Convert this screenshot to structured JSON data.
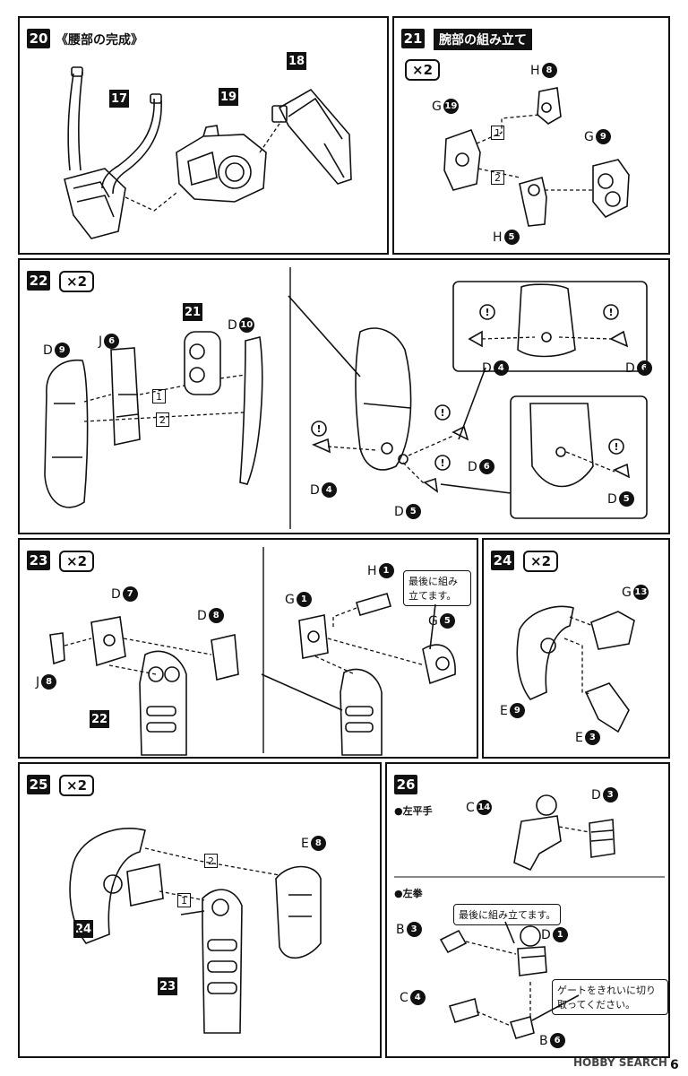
{
  "steps": {
    "s20": {
      "num": "20",
      "title": "《腰部の完成》",
      "refs": [
        "17",
        "19",
        "18"
      ]
    },
    "s21": {
      "num": "21",
      "title": "腕部の組み立て",
      "mult": "×2",
      "parts": {
        "h8": "H",
        "g19": "G",
        "g9": "G",
        "h5": "H"
      },
      "nums": {
        "h8": "8",
        "g19": "19",
        "g9": "9",
        "h5": "5"
      },
      "order": [
        "1",
        "2"
      ]
    },
    "s22": {
      "num": "22",
      "mult": "×2",
      "parts": {
        "d9": "D",
        "j6": "J",
        "d10": "D",
        "d4a": "D",
        "d6a": "D",
        "d4b": "D",
        "d6b": "D",
        "d5a": "D",
        "d5b": "D"
      },
      "nums": {
        "d9": "9",
        "j6": "6",
        "d10": "10",
        "d4": "4",
        "d6": "6",
        "d5": "5"
      },
      "ref": "21",
      "order": [
        "1",
        "2"
      ],
      "warn": "!"
    },
    "s23": {
      "num": "23",
      "mult": "×2",
      "parts": {
        "d7": "D",
        "d8": "D",
        "j8": "J",
        "h1": "H",
        "g1": "G",
        "g5": "G"
      },
      "nums": {
        "d7": "7",
        "d8": "8",
        "j8": "8",
        "h1": "1",
        "g1": "1",
        "g5": "5"
      },
      "ref": "22",
      "note": "最後に組み立てます。"
    },
    "s24": {
      "num": "24",
      "mult": "×2",
      "parts": {
        "g13": "G",
        "e9": "E",
        "e3": "E"
      },
      "nums": {
        "g13": "13",
        "e9": "9",
        "e3": "3"
      }
    },
    "s25": {
      "num": "25",
      "mult": "×2",
      "parts": {
        "e8": "E"
      },
      "nums": {
        "e8": "8"
      },
      "refs": [
        "24",
        "23"
      ],
      "order": [
        "2",
        "1"
      ]
    },
    "s26": {
      "num": "26",
      "sub1": "●左平手",
      "sub2": "●左拳",
      "parts": {
        "c14": "C",
        "d3": "D",
        "b3": "B",
        "d1": "D",
        "c4": "C",
        "b6": "B"
      },
      "nums": {
        "c14": "14",
        "d3": "3",
        "b3": "3",
        "d1": "1",
        "c4": "4",
        "b6": "6"
      },
      "note1": "最後に組み立てます。",
      "note2": "ゲートをきれいに切り取ってください。"
    }
  },
  "footer": {
    "watermark": "HOBBY SEARCH",
    "page": "6"
  }
}
